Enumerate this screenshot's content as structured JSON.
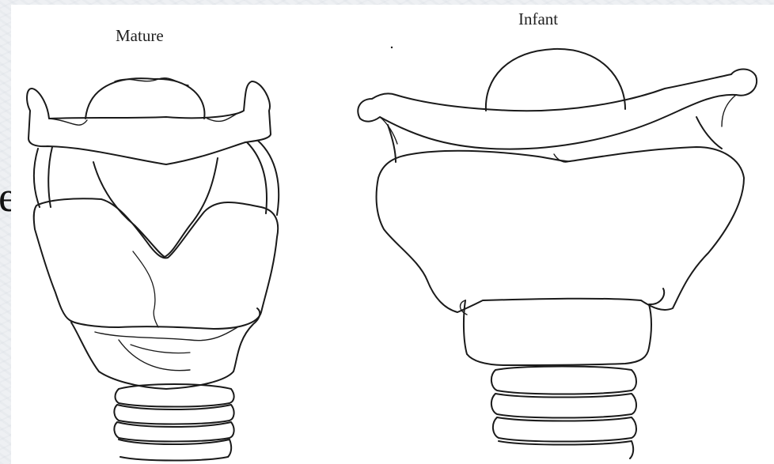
{
  "diagram": {
    "labels": {
      "mature": "Mature",
      "infant": "Infant"
    },
    "background_fragment": "e"
  },
  "colors": {
    "line": "#1a1a1a",
    "paper": "#ffffff",
    "backdrop": "#eef0f3"
  }
}
